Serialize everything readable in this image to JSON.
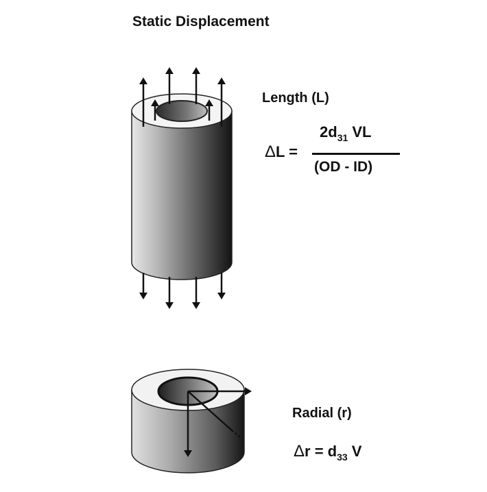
{
  "title": "Static Displacement",
  "length": {
    "label": "Length (L)",
    "delta_symbol": "Δ",
    "lhs": "L =",
    "numerator_prefix": "2d",
    "numerator_sub": "31",
    "numerator_suffix": " VL",
    "denominator": "(OD - ID)"
  },
  "radial": {
    "label": "Radial (r)",
    "delta_symbol": "Δ",
    "lhs": "r = d",
    "lhs_sub": "33",
    "rhs": " V"
  }
}
